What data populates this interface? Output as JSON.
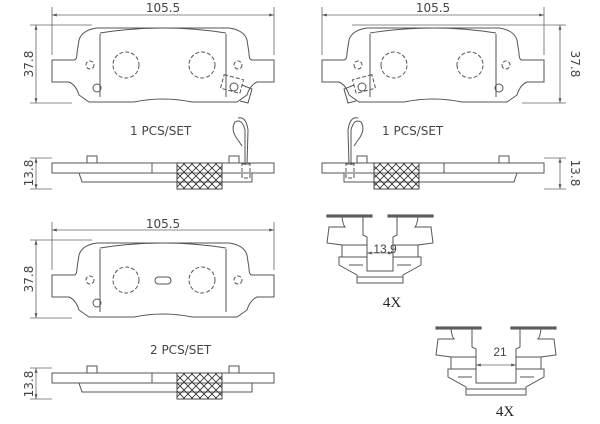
{
  "pads": [
    {
      "width_label": "105.5",
      "height_label": "37.8",
      "thickness_label": "13.8",
      "quantity_label": "1  PCS/SET",
      "sensor": true
    },
    {
      "width_label": "105.5",
      "height_label": "37.8",
      "thickness_label": "13.8",
      "quantity_label": "1  PCS/SET",
      "sensor": true
    },
    {
      "width_label": "105.5",
      "height_label": "37.8",
      "thickness_label": "13.8",
      "quantity_label": "2  PCS/SET",
      "sensor": false
    }
  ],
  "clips": [
    {
      "width_label": "13.9",
      "quantity_label": "4X"
    },
    {
      "width_label": "21",
      "quantity_label": "4X"
    }
  ],
  "colors": {
    "line": "#555555",
    "text": "#444444"
  }
}
